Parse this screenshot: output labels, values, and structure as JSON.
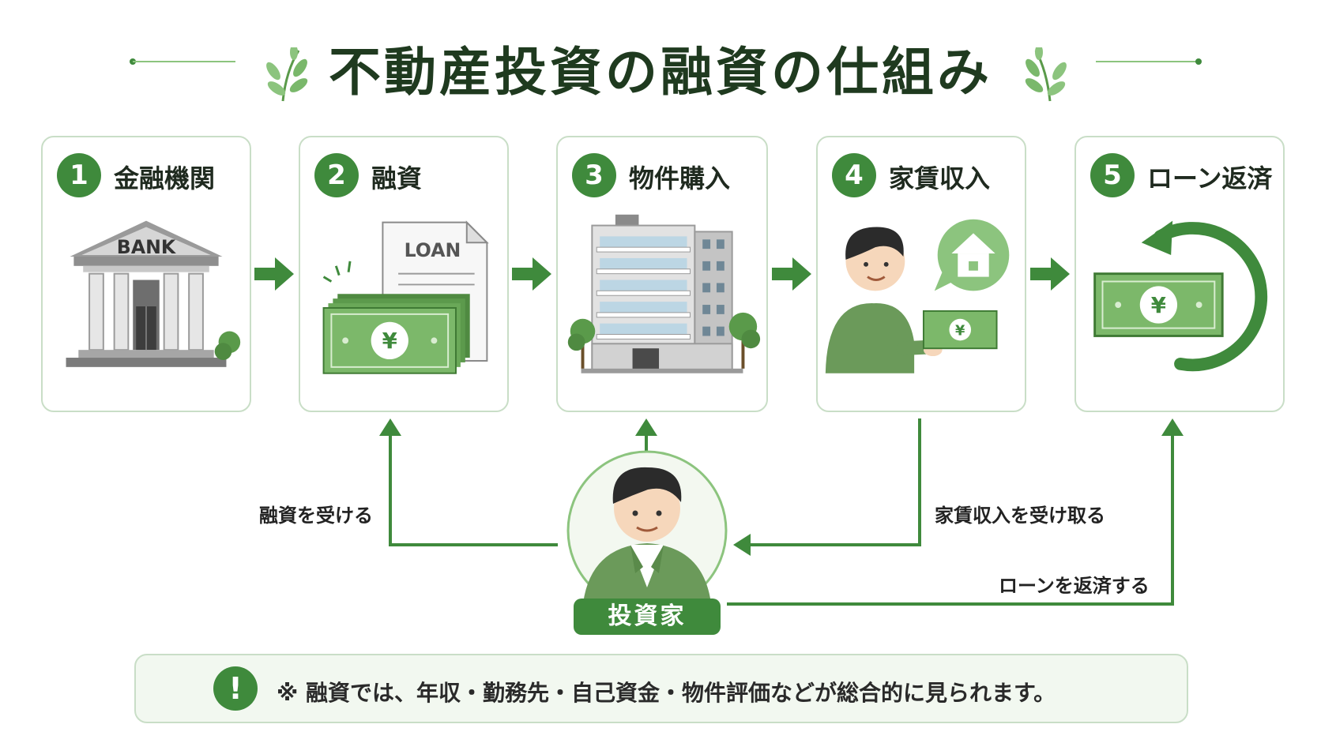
{
  "title": "不動産投資の融資の仕組み",
  "colors": {
    "accent": "#3f8a3c",
    "light": "#8cc47e",
    "border": "#c9dec7"
  },
  "steps": [
    {
      "num": "1",
      "label": "金融機関",
      "sign": "BANK"
    },
    {
      "num": "2",
      "label": "融資",
      "sign": "LOAN"
    },
    {
      "num": "3",
      "label": "物件購入"
    },
    {
      "num": "4",
      "label": "家賃収入"
    },
    {
      "num": "5",
      "label": "ローン返済"
    }
  ],
  "currency_symbol": "¥",
  "flows": {
    "receive_loan": "融資を受ける",
    "receive_rent": "家賃収入を受け取る",
    "repay_loan": "ローンを返済する"
  },
  "investor": "投資家",
  "note": {
    "icon": "!",
    "text": "※ 融資では、年収・勤務先・自己資金・物件評価などが総合的に見られます。"
  }
}
